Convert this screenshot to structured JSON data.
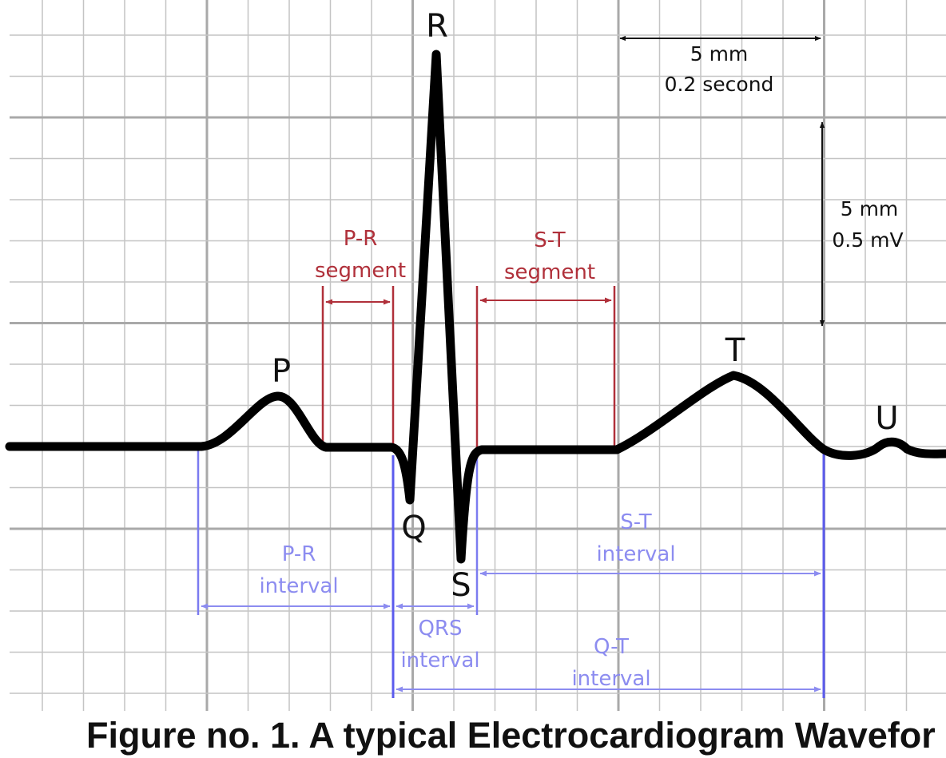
{
  "caption": "Figure no. 1. A typical Electrocardiogram Wavefor",
  "waves": {
    "p": "P",
    "q": "Q",
    "r": "R",
    "s": "S",
    "t": "T",
    "u": "U"
  },
  "scales": {
    "time_mm": "5 mm",
    "time_value": "0.2 second",
    "voltage_mm": "5 mm",
    "voltage_value": "0.5 mV"
  },
  "segments": {
    "pr_line1": "P-R",
    "pr_line2": "segment",
    "st_line1": "S-T",
    "st_line2": "segment"
  },
  "intervals": {
    "pr_line1": "P-R",
    "pr_line2": "interval",
    "qrs_line1": "QRS",
    "qrs_line2": "interval",
    "st_line1": "S-T",
    "st_line2": "interval",
    "qt_line1": "Q-T",
    "qt_line2": "interval"
  },
  "colors": {
    "background": "#ffffff",
    "grid_minor": "#c4c4c4",
    "grid_major": "#a9a9a9",
    "waveform": "#000000",
    "segment": "#b0303a",
    "interval": "#8c8cf0",
    "text": "#111111"
  }
}
